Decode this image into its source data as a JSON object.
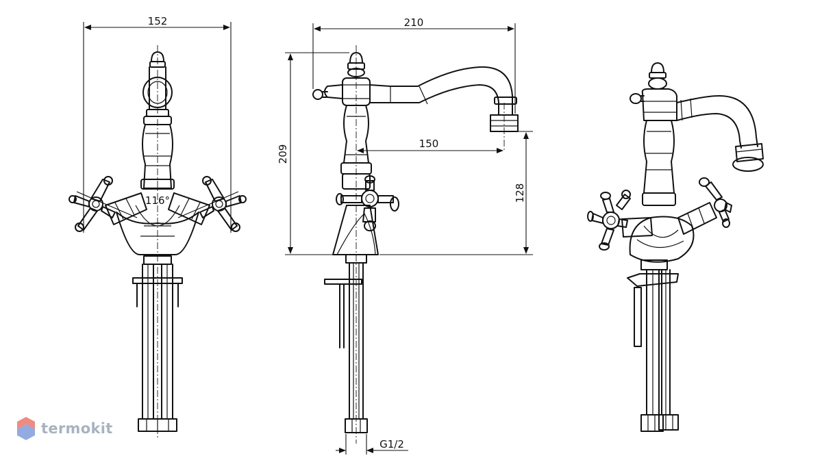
{
  "dimensions": {
    "width_front": "152",
    "handle_angle": "116°",
    "width_side": "210",
    "height_total": "209",
    "spout_reach": "150",
    "spout_height": "128",
    "thread": "G1/2"
  },
  "watermark": {
    "text": "termokit"
  },
  "colors": {
    "line": "#111111",
    "watermark": "#8a9aac",
    "logo_red": "#e8645a",
    "logo_blue": "#6f8fd6"
  }
}
